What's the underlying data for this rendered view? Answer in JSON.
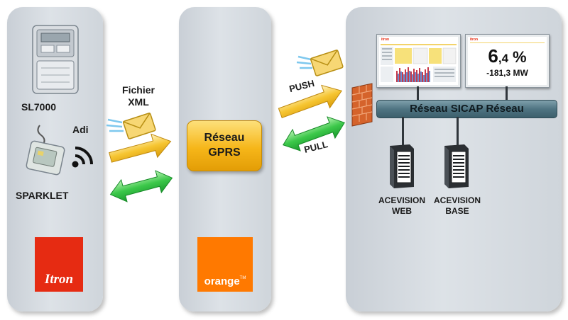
{
  "left": {
    "meter_label": "SL7000",
    "adi_label": "Adi",
    "sparklet_label": "SPARKLET",
    "file_label_line1": "Fichier",
    "file_label_line2": "XML",
    "brand": "Itron",
    "brand_color": "#e62b12"
  },
  "middle": {
    "gprs_line1": "Réseau",
    "gprs_line2": "GPRS",
    "brand": "orange",
    "brand_tm": "TM",
    "brand_color": "#ff7900"
  },
  "arrows": {
    "push_label": "PUSH",
    "pull_label": "PULL"
  },
  "right": {
    "network_label": "Réseau SICAP Réseau",
    "dashboard_small_logo": "itron",
    "dashboard_percent_int": "6",
    "dashboard_percent_dec": ",4",
    "dashboard_percent_sign": "%",
    "dashboard_mw": "-181,3 MW",
    "server1_line1": "ACEVISION",
    "server1_line2": "WEB",
    "server2_line1": "ACEVISION",
    "server2_line2": "BASE"
  }
}
